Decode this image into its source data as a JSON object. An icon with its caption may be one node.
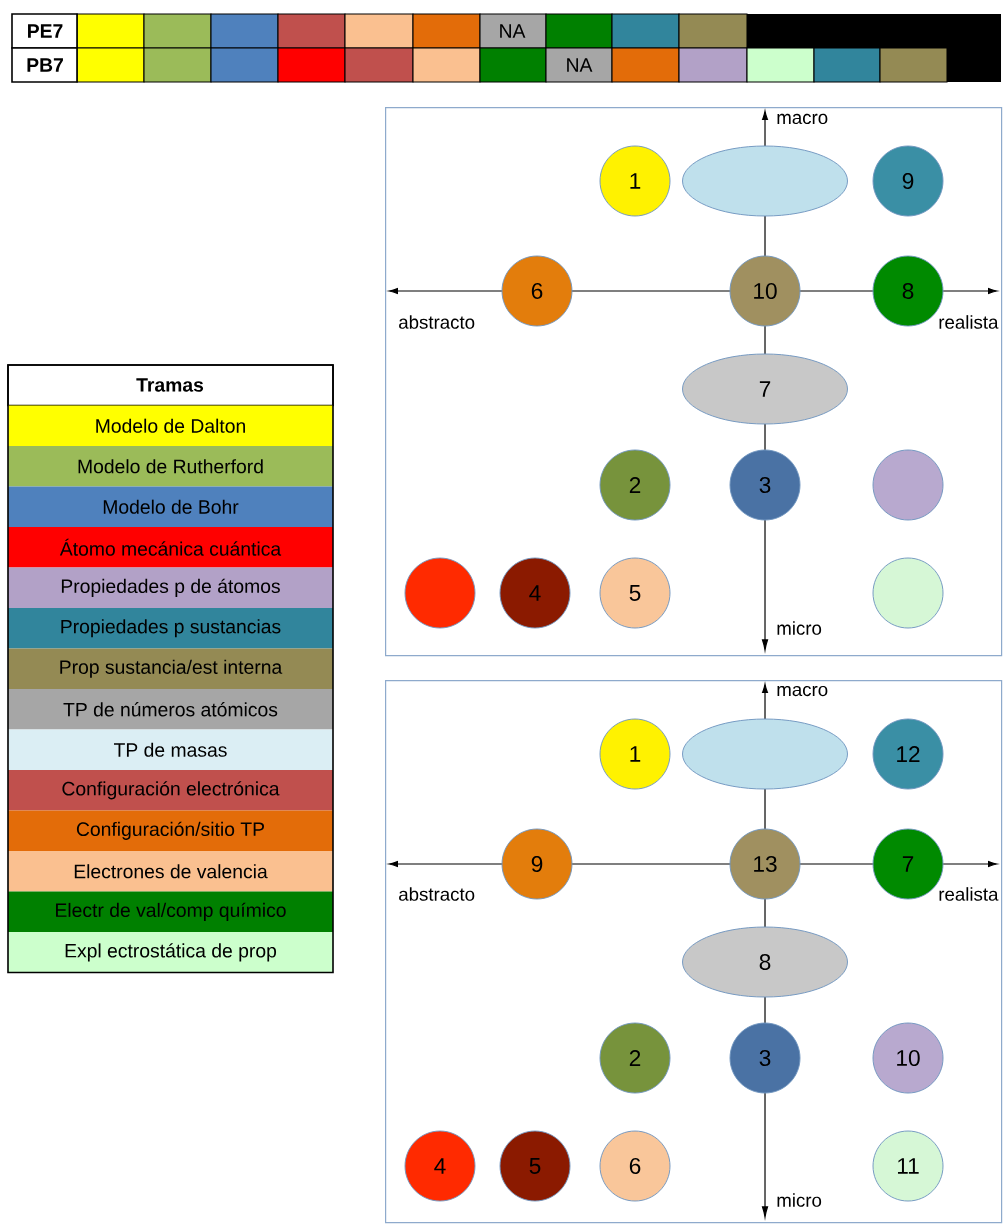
{
  "diagram": {
    "nodes": [
      {
        "text": [],
        "shape": "box"
      },
      {
        "text": [
          "1"
        ],
        "in": 0
      },
      {
        "text": [],
        "shape": "ellipse",
        "in": 0
      },
      {
        "text": [
          "9"
        ],
        "in": 0
      },
      {
        "text": [
          "6"
        ],
        "in": 0
      },
      {
        "text": [
          "10"
        ],
        "in": 0
      },
      {
        "text": [
          "8"
        ],
        "in": 0
      },
      {
        "text": [
          "7"
        ],
        "in": 0
      },
      {
        "text": [
          "2"
        ],
        "in": 0
      },
      {
        "text": [
          "3"
        ],
        "in": 0
      },
      {
        "text": [],
        "shape": "circle",
        "in": 0
      },
      {
        "text": [],
        "shape": "circle",
        "in": 0
      },
      {
        "text": [
          "4"
        ],
        "in": 0
      },
      {
        "text": [
          "5"
        ],
        "in": 0
      },
      {
        "text": [],
        "shape": "circle",
        "in": 0
      },
      {
        "text": [],
        "shape": "box"
      },
      {
        "text": [
          "1"
        ],
        "in": 15
      },
      {
        "text": [],
        "shape": "ellipse",
        "in": 15
      },
      {
        "text": [
          "12"
        ],
        "in": 15
      },
      {
        "text": [
          "9"
        ],
        "in": 15
      },
      {
        "text": [
          "13"
        ],
        "in": 15
      },
      {
        "text": [
          "7"
        ],
        "in": 15
      },
      {
        "text": [
          "8"
        ],
        "in": 15
      },
      {
        "text": [
          "2"
        ],
        "in": 15
      },
      {
        "text": [
          "3"
        ],
        "in": 15
      },
      {
        "text": [
          "10"
        ],
        "in": 15
      },
      {
        "text": [
          "4"
        ],
        "in": 15
      },
      {
        "text": [
          "5"
        ],
        "in": 15
      },
      {
        "text": [
          "6"
        ],
        "in": 15
      },
      {
        "text": [
          "11"
        ],
        "in": 15
      }
    ],
    "labels": [
      "PE7",
      "NA",
      "PB7",
      "NA",
      "macro",
      "abstracto",
      "realista",
      "micro",
      "Tramas",
      "macro",
      "abstracto",
      "realista",
      "micro"
    ],
    "legend": [
      {
        "text": "Modelo de Dalton",
        "color": "#ffff00"
      },
      {
        "text": "Modelo de Rutherford",
        "color": "#9bbb59"
      },
      {
        "text": "Modelo de Bohr",
        "color": "#4f81bd"
      },
      {
        "text": "Átomo mecánica cuántica",
        "color": "#ff0000"
      },
      {
        "text": "Propiedades p de átomos",
        "color": "#b2a1c7"
      },
      {
        "text": "Propiedades p sustancias",
        "color": "#31859c"
      },
      {
        "text": "Prop sustancia/est interna",
        "color": "#948a54"
      },
      {
        "text": "TP de números atómicos",
        "color": "#a6a6a6"
      },
      {
        "text": "TP de masas",
        "color": "#dbeef4"
      },
      {
        "text": "Configuración electrónica",
        "color": "#c0504d"
      },
      {
        "text": "Configuración/sitio TP",
        "color": "#e36c09"
      },
      {
        "text": "Electrones de valencia",
        "color": "#fac090"
      },
      {
        "text": "Electr de val/comp químico",
        "color": "#008000"
      },
      {
        "text": "Expl ectrostática de prop",
        "color": "#ccffcc"
      }
    ]
  }
}
